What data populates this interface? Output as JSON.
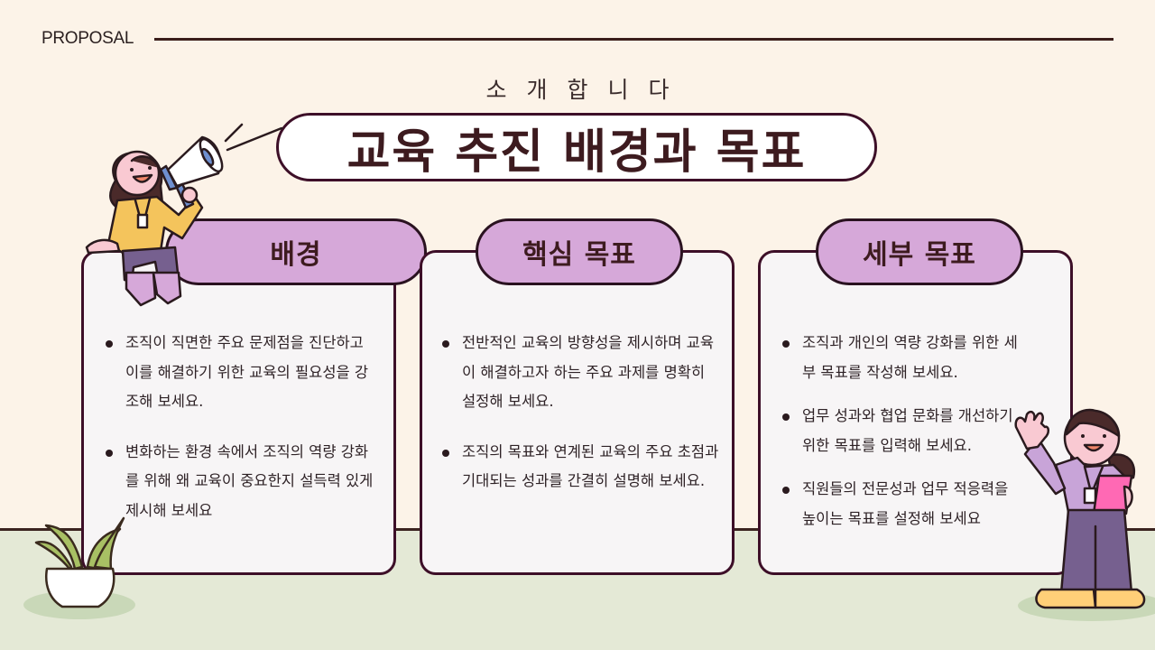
{
  "header": {
    "label": "PROPOSAL"
  },
  "subtitle": "소개합니다",
  "title": "교육 추진 배경과 목표",
  "cards": [
    {
      "heading": "배경",
      "bullets": [
        "조직이 직면한 주요 문제점을 진단하고 이를 해결하기 위한 교육의 필요성을 강조해 보세요.",
        "변화하는 환경 속에서 조직의 역량 강화를 위해 왜 교육이 중요한지 설득력 있게 제시해 보세요"
      ]
    },
    {
      "heading": "핵심 목표",
      "bullets": [
        "전반적인 교육의 방향성을 제시하며 교육이 해결하고자 하는 주요 과제를 명확히 설정해 보세요.",
        "조직의 목표와 연계된 교육의 주요 초점과 기대되는 성과를 간결히 설명해 보세요."
      ]
    },
    {
      "heading": "세부 목표",
      "bullets": [
        "조직과 개인의 역량 강화를 위한 세부 목표를 작성해 보세요.",
        "업무 성과와 협업 문화를 개선하기 위한 목표를 입력해 보세요.",
        "직원들의 전문성과 업무 적응력을 높이는 목표를 설정해 보세요"
      ]
    }
  ],
  "colors": {
    "background": "#fcf3e8",
    "floor": "#e4e9d6",
    "card_fill": "#f7f5f6",
    "outline": "#3d0f28",
    "pill_fill": "#d6a8d9",
    "text": "#2e2226"
  },
  "illustrations": [
    "woman-megaphone-icon",
    "woman-clipboard-waving-icon",
    "potted-plant-icon"
  ]
}
